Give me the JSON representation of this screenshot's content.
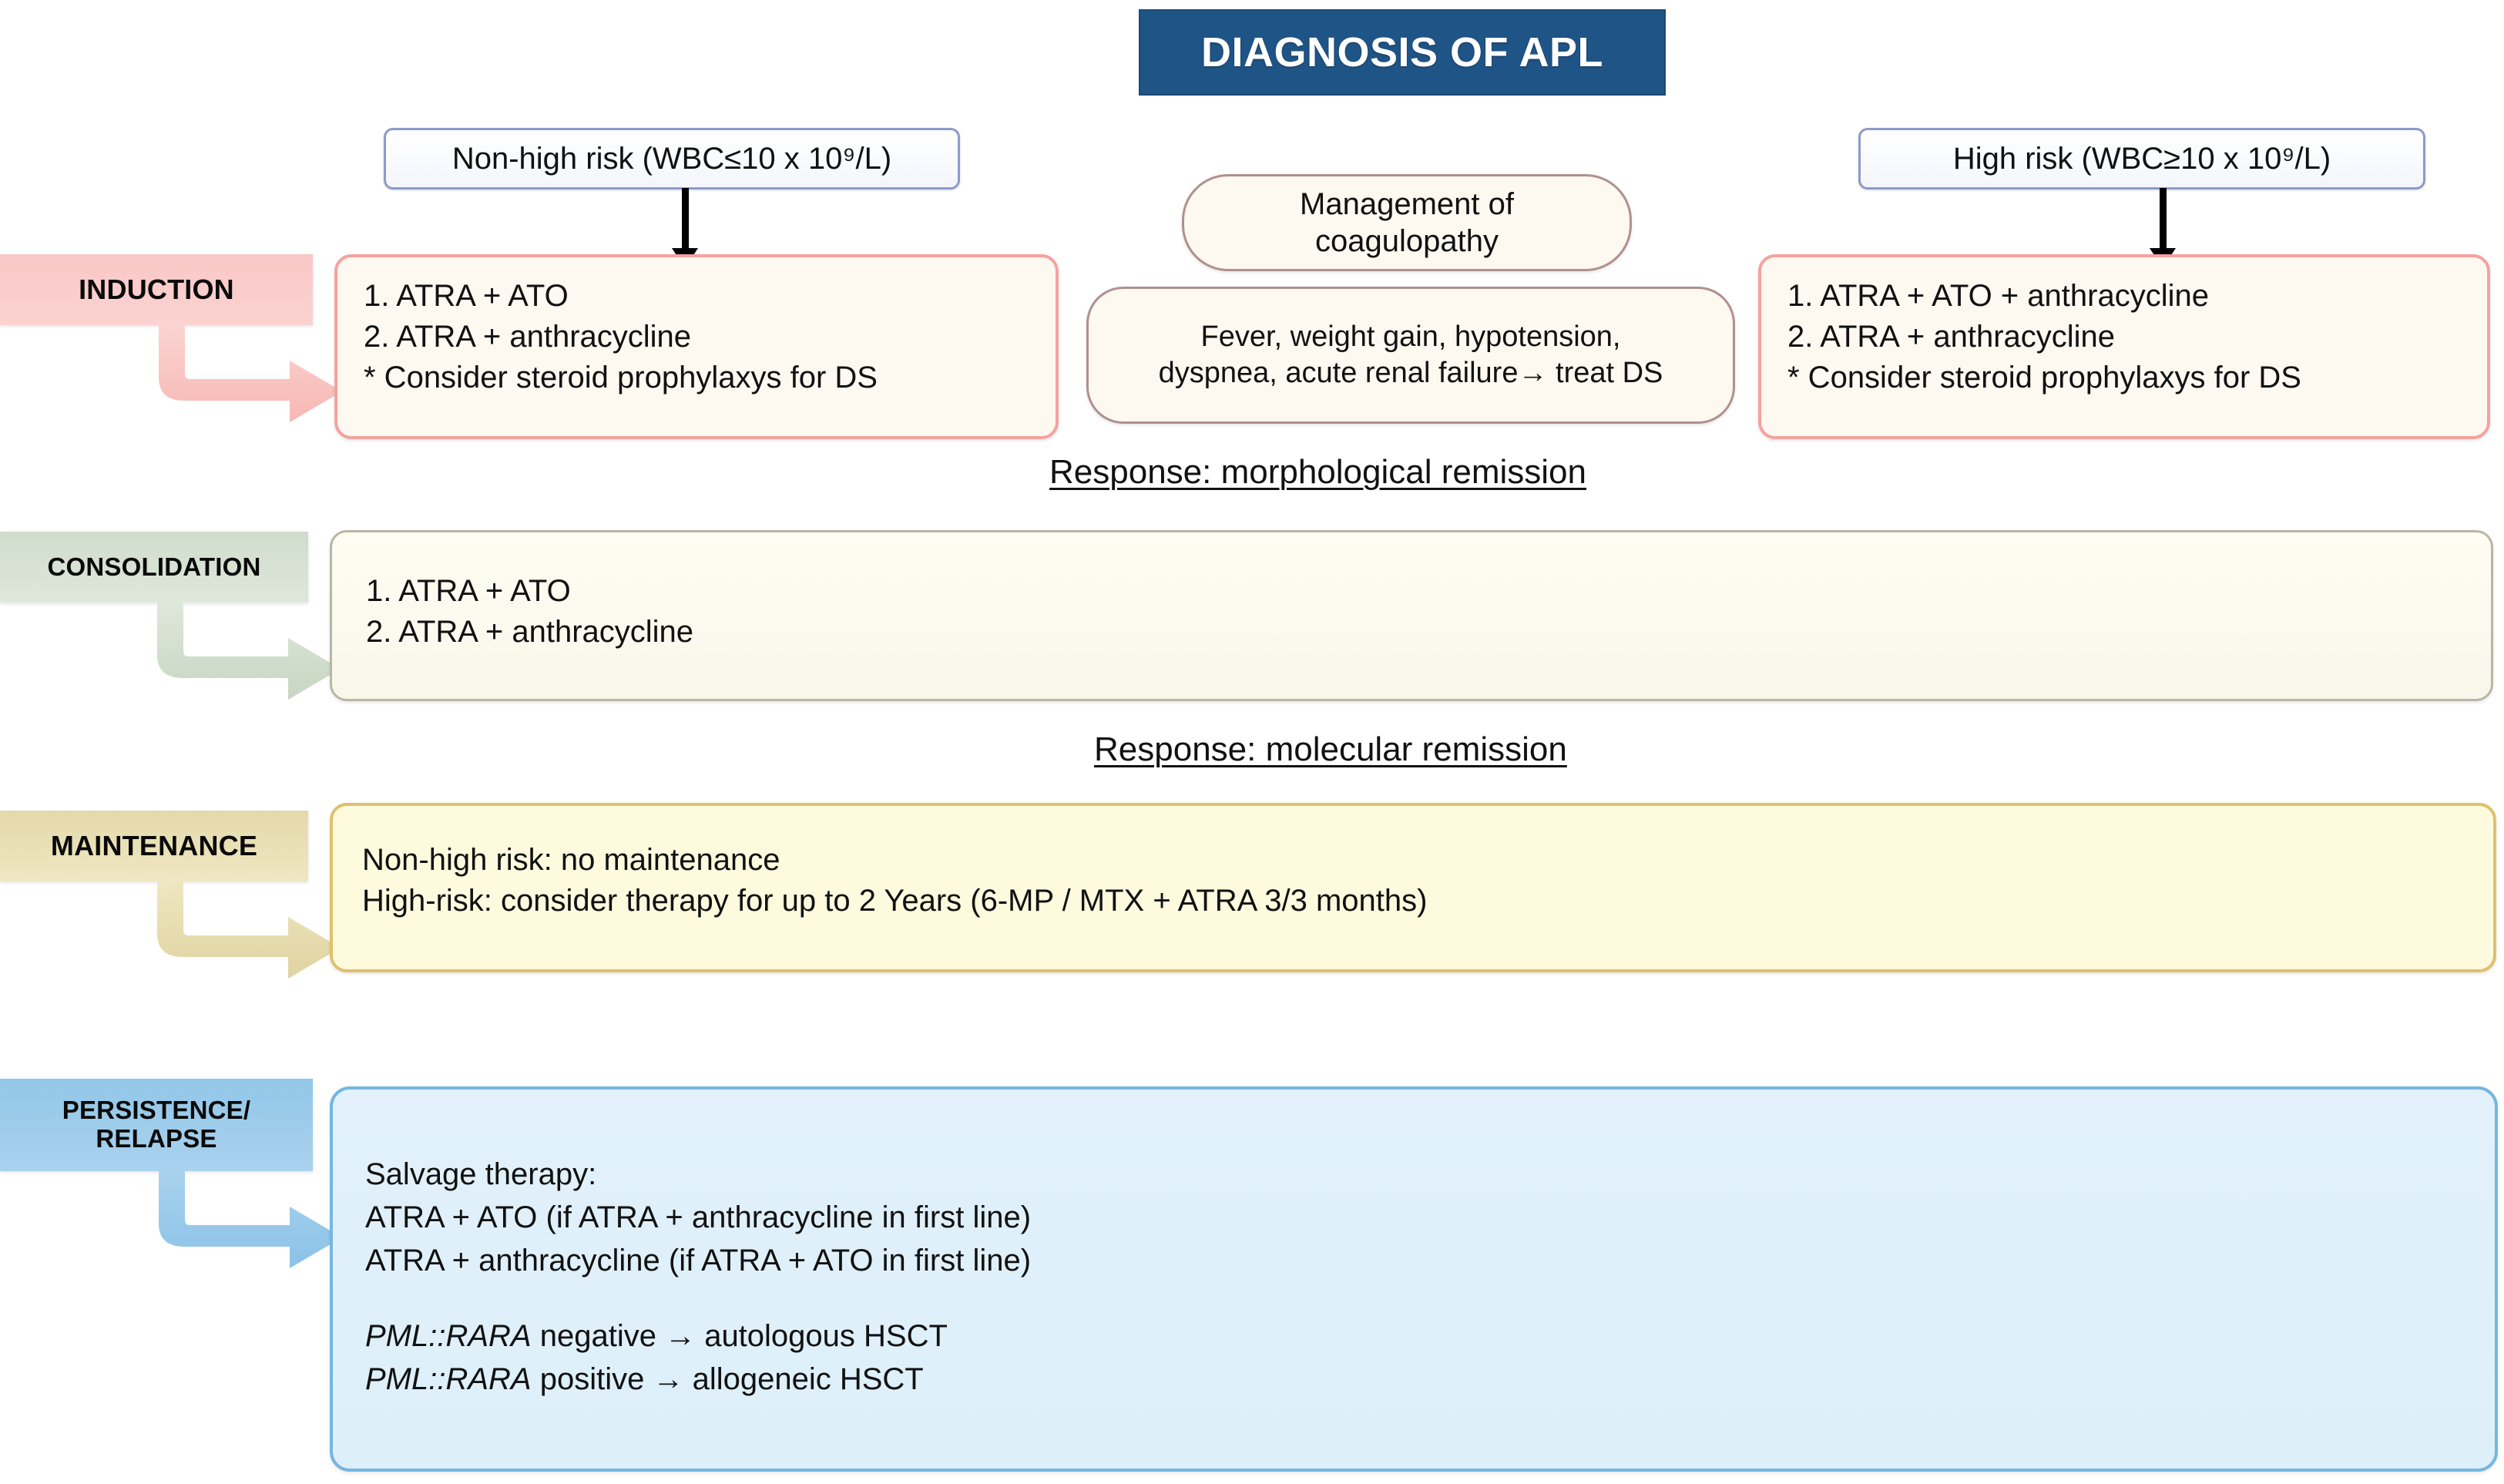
{
  "title": {
    "text": "DIAGNOSIS OF APL",
    "bg_color": "#1f5486",
    "text_color": "#ffffff"
  },
  "risk_stratification": {
    "left": {
      "label": "Non-high risk (WBC≤10 x 10⁹/L)",
      "border_color": "#8c9bc9"
    },
    "right": {
      "label": "High risk (WBC≥10 x 10⁹/L)",
      "border_color": "#8c9bc9"
    }
  },
  "stages": [
    {
      "key": "induction",
      "label": "INDUCTION",
      "chip_color": "#f9c7c7",
      "card_border": "#f5a2a0",
      "card_bg": "#fdf8f0"
    },
    {
      "key": "consolidation",
      "label": "CONSOLIDATION",
      "chip_color": "#cfdccc",
      "card_border": "#b7b7a6",
      "card_bg": "#fdfdf2"
    },
    {
      "key": "maintenance",
      "label": "MAINTENANCE",
      "chip_color": "#e4d9ab",
      "card_border": "#e0c06e",
      "card_bg": "#fdfade"
    },
    {
      "key": "relapse",
      "label": "PERSISTENCE/\nRELAPSE",
      "label_line1": "PERSISTENCE/",
      "label_line2": "RELAPSE",
      "chip_color": "#92c6e8",
      "card_border": "#76b6e0",
      "card_bg": "#e2f1fb"
    }
  ],
  "induction": {
    "non_high_risk": {
      "lines": [
        "1.  ATRA + ATO",
        "2.  ATRA + anthracycline",
        "* Consider steroid prophylaxys for DS"
      ]
    },
    "high_risk": {
      "lines": [
        "1.  ATRA + ATO + anthracycline",
        "2.  ATRA + anthracycline",
        "* Consider steroid prophylaxys for DS"
      ]
    }
  },
  "coagulopathy": {
    "top_line1": "Management of",
    "top_line2": "coagulopathy",
    "bottom_line1": "Fever, weight gain, hypotension,",
    "bottom_line2": "dyspnea, acute renal failure→ treat DS"
  },
  "responses": {
    "morphological": "Response: morphological remission",
    "molecular": "Response: molecular remission"
  },
  "consolidation": {
    "lines": [
      "1.  ATRA + ATO",
      "2.  ATRA + anthracycline"
    ]
  },
  "maintenance": {
    "lines": [
      "Non-high risk: no maintenance",
      "High-risk: consider therapy for up to 2 Years (6-MP / MTX + ATRA 3/3 months)"
    ]
  },
  "relapse": {
    "heading": "Salvage therapy:",
    "salvage_lines": [
      "ATRA + ATO (if ATRA + anthracycline in first line)",
      "ATRA + anthracycline (if ATRA + ATO in first line)"
    ],
    "hsct": [
      {
        "gene": "PML::RARA",
        "status": " negative ",
        "arrow": "→",
        "result": " autologous HSCT"
      },
      {
        "gene": "PML::RARA",
        "status": " positive  ",
        "arrow": "→",
        "result": " allogeneic HSCT"
      }
    ]
  }
}
